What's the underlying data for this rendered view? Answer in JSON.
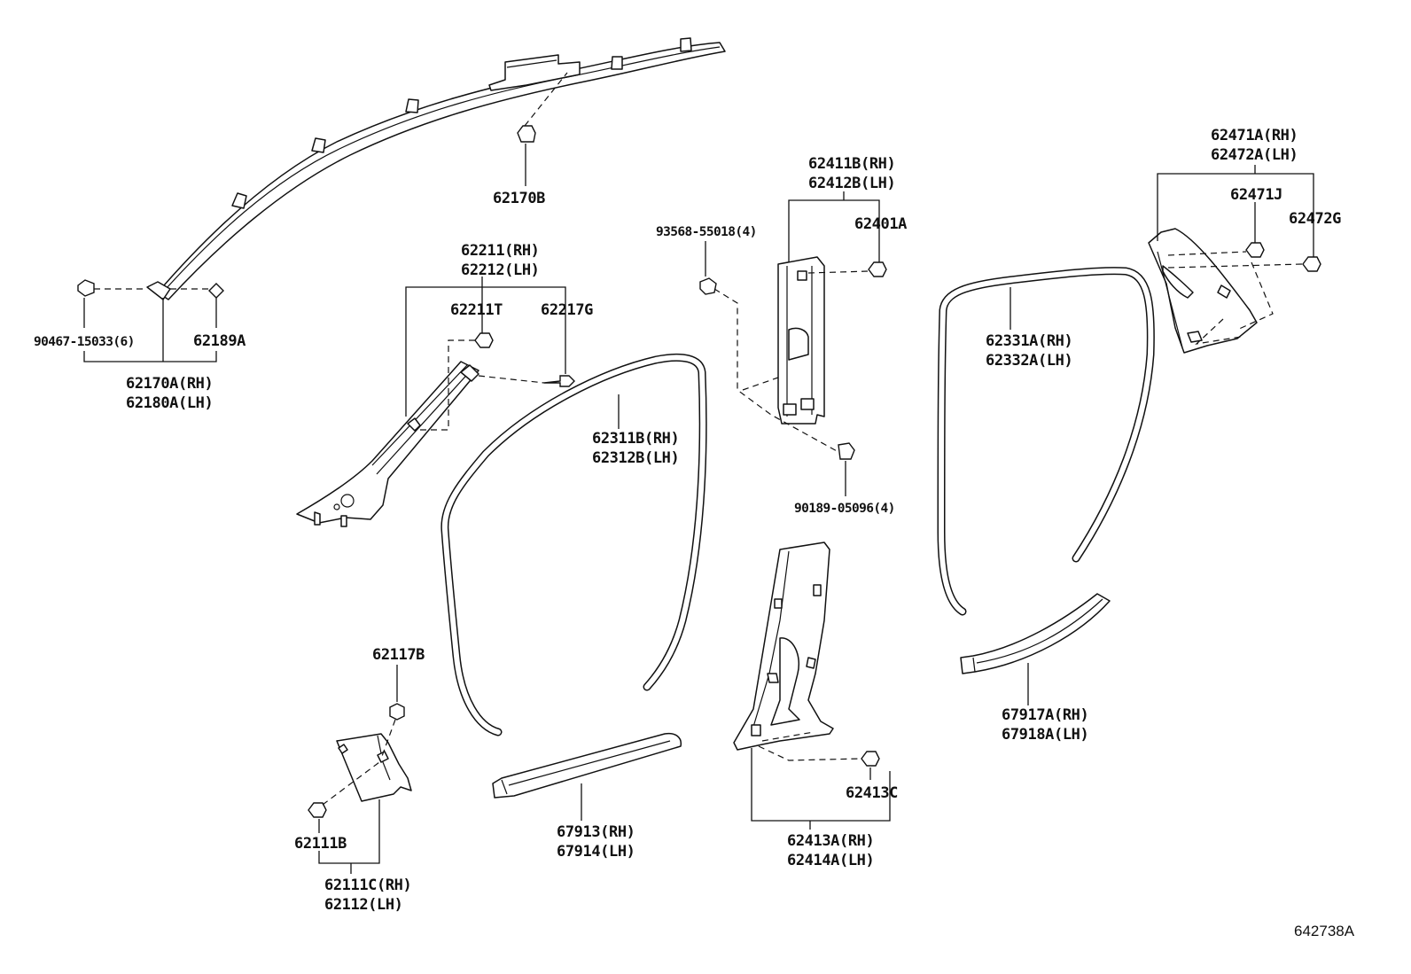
{
  "diagram_ref": "642738A",
  "labels": {
    "p62170B": "62170B",
    "p90467": "90467-15033(6)",
    "p62189A": "62189A",
    "p62170A": "62170A(RH)",
    "p62180A": "62180A(LH)",
    "p62211": "62211(RH)",
    "p62212": "62212(LH)",
    "p62211T": "62211T",
    "p62217G": "62217G",
    "p93568": "93568-55018(4)",
    "p62411B": "62411B(RH)",
    "p62412B": "62412B(LH)",
    "p62401A": "62401A",
    "p90189": "90189-05096(4)",
    "p62471A": "62471A(RH)",
    "p62472A": "62472A(LH)",
    "p62471J": "62471J",
    "p62472G": "62472G",
    "p62331A": "62331A(RH)",
    "p62332A": "62332A(LH)",
    "p62311B": "62311B(RH)",
    "p62312B": "62312B(LH)",
    "p62117B": "62117B",
    "p62111B": "62111B",
    "p62111C": "62111C(RH)",
    "p62112": "62112(LH)",
    "p67913": "67913(RH)",
    "p67914": "67914(LH)",
    "p62413C": "62413C",
    "p62413A": "62413A(RH)",
    "p62414A": "62414A(LH)",
    "p67917A": "67917A(RH)",
    "p67918A": "67918A(LH)"
  }
}
